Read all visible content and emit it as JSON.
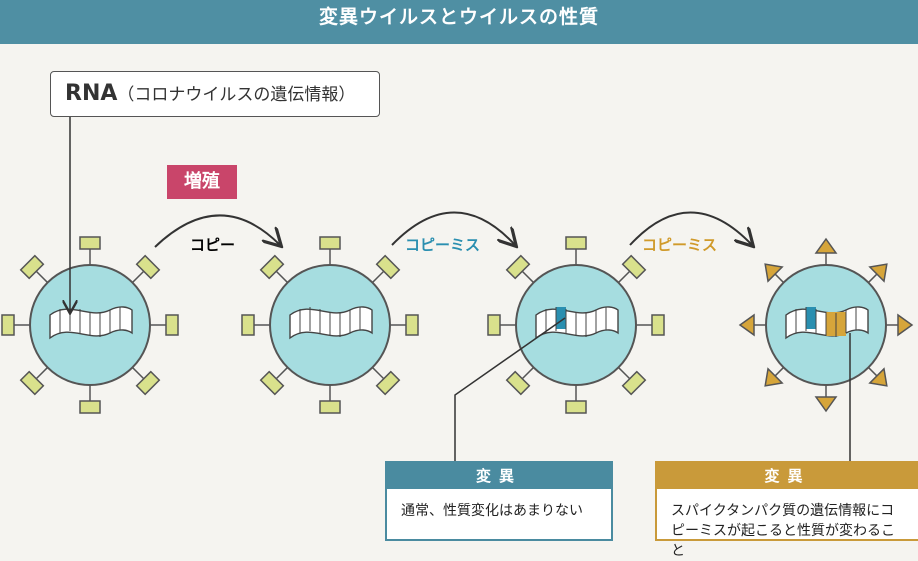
{
  "title": "変異ウイルスとウイルスの性質",
  "rna_label": {
    "main": "RNA",
    "sub": "（コロナウイルスの遺伝情報）"
  },
  "growth_tag": "増殖",
  "steps": [
    {
      "label": "コピー",
      "color": "#333333"
    },
    {
      "label": "コピーミス",
      "color": "#2a8fb0"
    },
    {
      "label": "コピーミス",
      "color": "#d09a2a"
    }
  ],
  "panels": [
    {
      "header": "変異",
      "body": "通常、性質変化はあまりない",
      "color": "#4a8ba0"
    },
    {
      "header": "変異",
      "body": "スパイクタンパク質の遺伝情報にコピーミスが起こると性質が変わること",
      "color": "#c99a3a"
    }
  ],
  "colors": {
    "virus_fill": "#a6dde0",
    "spike": "#d9e18c",
    "spike_variant": "#d6a53a",
    "mutation_blue": "#2a8fb0",
    "mutation_orange": "#d6a53a"
  }
}
